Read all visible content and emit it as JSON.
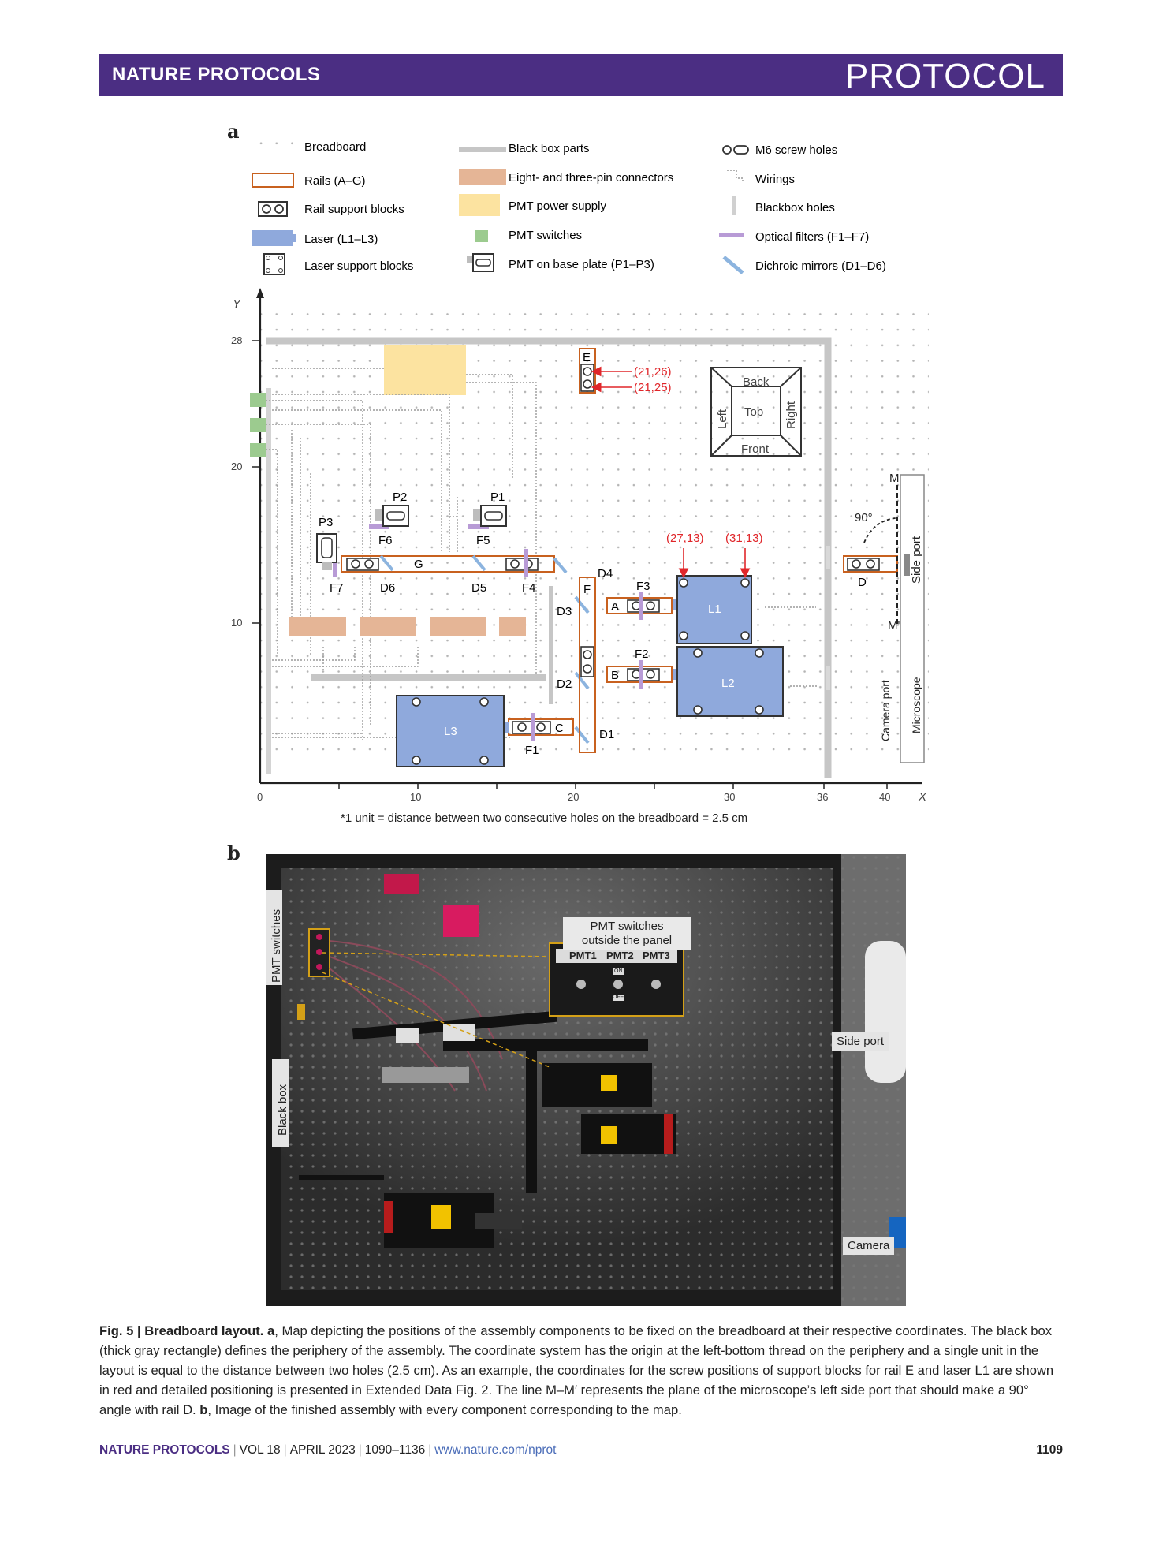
{
  "header": {
    "journal": "NATURE PROTOCOLS",
    "kind": "PROTOCOL"
  },
  "panel_a": {
    "letter": "a",
    "legend": [
      {
        "label": "Breadboard",
        "icon": "breadboard-swatch"
      },
      {
        "label": "Rails (A–G)",
        "icon": "rail-swatch"
      },
      {
        "label": "Rail support blocks",
        "icon": "rail-block-icon"
      },
      {
        "label": "Laser (L1–L3)",
        "icon": "laser-swatch"
      },
      {
        "label": "Laser support blocks",
        "icon": "laser-block-icon"
      },
      {
        "label": "Black box parts",
        "icon": "blackbox-swatch"
      },
      {
        "label": "Eight- and three-pin connectors",
        "icon": "connector-swatch"
      },
      {
        "label": "PMT power supply",
        "icon": "power-supply-swatch"
      },
      {
        "label": "PMT switches",
        "icon": "switch-swatch"
      },
      {
        "label": "PMT on base plate (P1–P3)",
        "icon": "pmt-icon"
      },
      {
        "label": "M6 screw holes",
        "icon": "screw-hole-icon"
      },
      {
        "label": "Wirings",
        "icon": "wiring-icon"
      },
      {
        "label": "Blackbox holes",
        "icon": "blackbox-hole-icon"
      },
      {
        "label": "Optical filters (F1–F7)",
        "icon": "filter-swatch"
      },
      {
        "label": "Dichroic mirrors (D1–D6)",
        "icon": "dichroic-icon"
      }
    ],
    "axis": {
      "x_label": "X",
      "y_label": "Y",
      "x_ticks": [
        "0",
        "10",
        "20",
        "30",
        "36",
        "40"
      ],
      "y_ticks": [
        "28",
        "20",
        "10"
      ]
    },
    "rails": [
      "A",
      "B",
      "C",
      "D",
      "E",
      "F",
      "G"
    ],
    "lasers": [
      "L1",
      "L2",
      "L3"
    ],
    "pmts": [
      "P1",
      "P2",
      "P3"
    ],
    "filters": [
      "F1",
      "F2",
      "F3",
      "F4",
      "F5",
      "F6",
      "F7"
    ],
    "dichroics": [
      "D1",
      "D2",
      "D3",
      "D4",
      "D5",
      "D6"
    ],
    "coords": {
      "e_top": "(21,26)",
      "e_bottom": "(21,25)",
      "l1_left": "(27,13)",
      "l1_right": "(31,13)"
    },
    "orientation": {
      "back": "Back",
      "left": "Left",
      "top": "Top",
      "right": "Right",
      "front": "Front"
    },
    "m_top": "M",
    "m_bottom": "M'",
    "angle": "90°",
    "side_port": "Side port",
    "camera_port": "Camera port",
    "microscope": "Microscope",
    "unit_note": "*1 unit = distance between two consecutive holes on the breadboard = 2.5 cm"
  },
  "panel_b": {
    "letter": "b",
    "labels": {
      "pmt_switches": "PMT switches",
      "callout_title": "PMT switches\noutside the panel",
      "pmt1": "PMT1",
      "pmt2": "PMT2",
      "pmt3": "PMT3",
      "on": "ON",
      "off": "OFF",
      "side_port": "Side port",
      "black_box": "Black box",
      "camera": "Camera"
    }
  },
  "caption": {
    "fig": "Fig. 5 | Breadboard layout.",
    "a_letter": "a",
    "a_text": ", Map depicting the positions of the assembly components to be fixed on the breadboard at their respective coordinates. The black box (thick gray rectangle) defines the periphery of the assembly. The coordinate system has the origin at the left-bottom thread on the periphery and a single unit in the layout is equal to the distance between two holes (2.5 cm). As an example, the coordinates for the screw positions of support blocks for rail E and laser L1 are shown in red and detailed positioning is presented in Extended Data Fig. 2. The line M–M′ represents the plane of the microscope’s left side port that should make a 90° angle with rail D. ",
    "b_letter": "b",
    "b_text": ", Image of the finished assembly with every component corresponding to the map."
  },
  "footer": {
    "journal": "NATURE PROTOCOLS",
    "vol": "VOL 18",
    "date": "APRIL 2023",
    "pages": "1090–1136",
    "url": "www.nature.com/nprot",
    "page": "1109"
  },
  "colors": {
    "header_bg": "#4b2e83",
    "rail": "#c8611f",
    "laser": "#8fa9dc",
    "connector": "#e5b596",
    "power": "#fce3a0",
    "switch": "#9ccb8f",
    "filter": "#b89bd6",
    "dichroic": "#8cb4df",
    "blackbox": "#c6c6c6",
    "coord_red": "#e0262a"
  }
}
